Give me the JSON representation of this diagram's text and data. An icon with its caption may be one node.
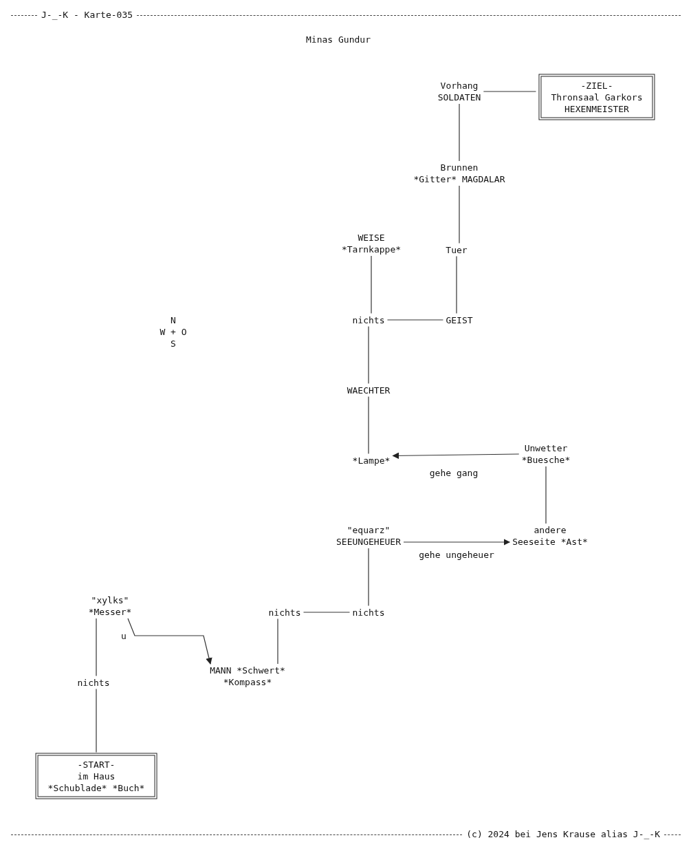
{
  "diagram": {
    "title": "Minas Gundur",
    "nodes": [
      {
        "text": [
          "Vorhang",
          "SOLDATEN"
        ]
      },
      {
        "text": [
          "-ZIEL-",
          "Thronsaal Garkors",
          "HEXENMEISTER"
        ]
      },
      {
        "text": [
          "Brunnen",
          "*Gitter* MAGDALAR"
        ]
      },
      {
        "text": [
          "WEISE",
          "*Tarnkappe*"
        ]
      },
      {
        "text": [
          "Tuer"
        ]
      },
      {
        "text": [
          "nichts"
        ]
      },
      {
        "text": [
          "GEIST"
        ]
      },
      {
        "text": [
          "WAECHTER"
        ]
      },
      {
        "text": [
          "Unwetter",
          "*Buesche*"
        ]
      },
      {
        "text": [
          "*Lampe*"
        ]
      },
      {
        "text": [
          "\"equarz\"",
          "SEEUNGEHEUER"
        ]
      },
      {
        "text": [
          "andere",
          "Seeseite *Ast*"
        ]
      },
      {
        "text": [
          "\"xylks\"",
          "*Messer*"
        ]
      },
      {
        "text": [
          "nichts"
        ]
      },
      {
        "text": [
          "nichts"
        ]
      },
      {
        "text": [
          "nichts"
        ]
      },
      {
        "text": [
          "MANN *Schwert*",
          "*Kompass*"
        ]
      },
      {
        "text": [
          "-START-",
          "im Haus",
          "*Schublade* *Buch*"
        ]
      }
    ],
    "edges": [
      {
        "from": 0,
        "to": 1,
        "arrow": "none"
      },
      {
        "from": 0,
        "to": 2,
        "arrow": "none"
      },
      {
        "from": 2,
        "to": 4,
        "arrow": "none"
      },
      {
        "from": 3,
        "to": 5,
        "arrow": "none"
      },
      {
        "from": 4,
        "to": 6,
        "arrow": "none"
      },
      {
        "from": 5,
        "to": 6,
        "arrow": "none"
      },
      {
        "from": 5,
        "to": 7,
        "arrow": "none"
      },
      {
        "from": 7,
        "to": 9,
        "arrow": "none"
      },
      {
        "from": 8,
        "to": 9,
        "arrow": "to",
        "label": "gehe gang"
      },
      {
        "from": 8,
        "to": 11,
        "arrow": "none"
      },
      {
        "from": 10,
        "to": 11,
        "arrow": "to",
        "label": "gehe ungeheuer"
      },
      {
        "from": 10,
        "to": 14,
        "arrow": "none"
      },
      {
        "from": 13,
        "to": 14,
        "arrow": "none"
      },
      {
        "from": 12,
        "to": 16,
        "arrow": "to",
        "label": "u"
      },
      {
        "from": 13,
        "to": 16,
        "arrow": "none"
      },
      {
        "from": 12,
        "to": 15,
        "arrow": "none"
      },
      {
        "from": 15,
        "to": 17,
        "arrow": "none"
      }
    ],
    "labels": [
      "J-_-K - Karte-035",
      "N",
      "W + O",
      "S",
      "(c) 2024 bei Jens Krause alias J-_-K"
    ]
  }
}
